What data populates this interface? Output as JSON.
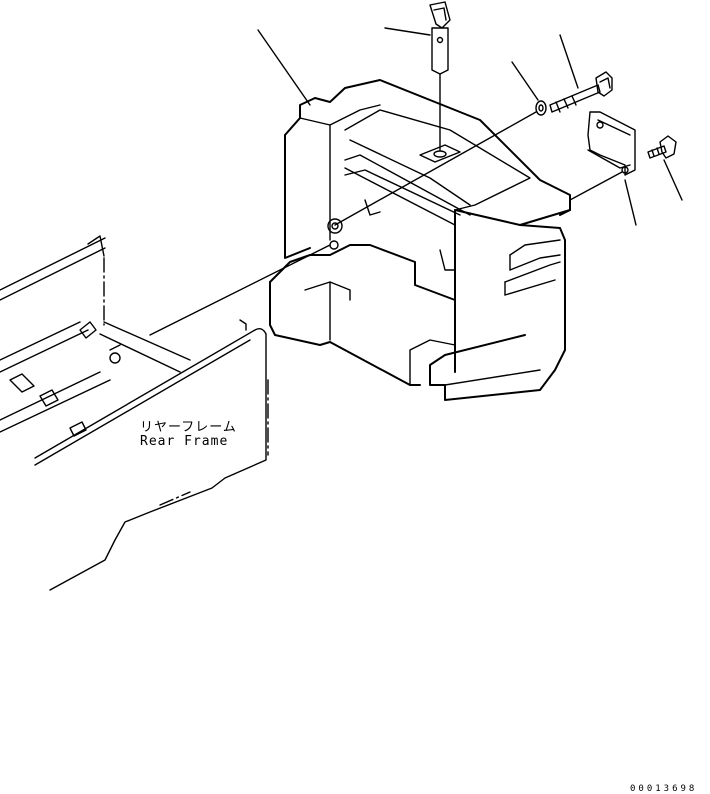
{
  "label": {
    "jp": "リヤーフレーム",
    "en": "Rear Frame"
  },
  "drawing_code": "00013698"
}
